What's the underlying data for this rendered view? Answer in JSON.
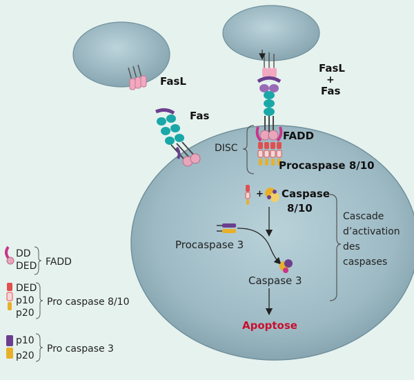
{
  "colors": {
    "background": "#e6f2ee",
    "cell": "#9fbcc6",
    "cell_edge": "#6f8f9b",
    "fas_teal": "#1aa7a7",
    "fasl_pink": "#f2a9c0",
    "fadd_magenta": "#c8358a",
    "fadd_pink": "#e9a6bb",
    "caspase_red": "#e05050",
    "caspase_yellow": "#e8b02a",
    "caspase3_purple": "#6b3f8e",
    "apoptosis_red": "#c8102e"
  },
  "labels": {
    "fasl_left": "FasL",
    "fas_left": "Fas",
    "fasl_right": "FasL",
    "plus_sign": "+",
    "fas_right": "Fas",
    "disc": "DISC",
    "fadd": "FADD",
    "procaspase_8_10": "Procaspase 8/10",
    "plus_caspase": "+",
    "caspase_8_10_line1": "Caspase",
    "caspase_8_10_line2": "8/10",
    "procaspase_3": "Procaspase 3",
    "caspase_3": "Caspase 3",
    "cascade_line1": "Cascade",
    "cascade_line2": "d’activation",
    "cascade_line3": "des",
    "cascade_line4": "caspases",
    "apoptose": "Apoptose"
  },
  "legend": {
    "fadd": {
      "parts": [
        "DD",
        "DED"
      ],
      "name": "FADD"
    },
    "procaspase_8_10": {
      "parts": [
        "DED",
        "p10",
        "p20"
      ],
      "name": "Pro caspase 8/10"
    },
    "procaspase_3": {
      "parts": [
        "p10",
        "p20"
      ],
      "name": "Pro caspase 3"
    }
  }
}
